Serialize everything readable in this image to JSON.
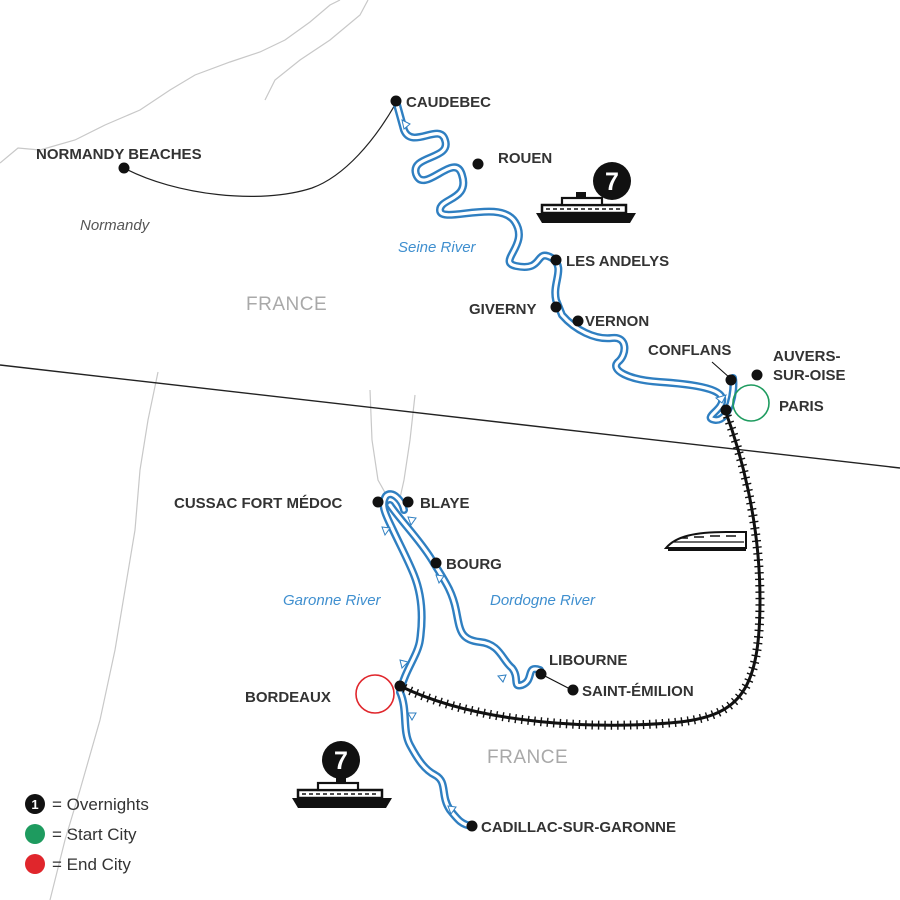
{
  "cities": {
    "caudebec": "CAUDEBEC",
    "normandy_beaches": "NORMANDY BEACHES",
    "rouen": "ROUEN",
    "les_andelys": "LES ANDELYS",
    "giverny": "GIVERNY",
    "vernon": "VERNON",
    "conflans": "CONFLANS",
    "auvers_line1": "AUVERS-",
    "auvers_line2": "SUR-OISE",
    "paris": "PARIS",
    "cussac": "CUSSAC FORT MÉDOC",
    "blaye": "BLAYE",
    "bourg": "BOURG",
    "libourne": "LIBOURNE",
    "saint_emilion": "SAINT-ÉMILION",
    "bordeaux": "BORDEAUX",
    "cadillac": "CADILLAC-SUR-GARONNE"
  },
  "regions": {
    "normandy": "Normandy",
    "france_north": "FRANCE",
    "france_south": "FRANCE"
  },
  "rivers": {
    "seine": "Seine River",
    "garonne": "Garonne River",
    "dordogne": "Dordogne River"
  },
  "cruise_badges": {
    "seine_nights": "7",
    "bordeaux_nights": "7"
  },
  "legend": {
    "sample_number": "1",
    "overnights": "= Overnights",
    "start_city": "= Start City",
    "end_city": "= End City"
  },
  "colors": {
    "river": "#2f7fc1",
    "start_city": "#1e9b5f",
    "end_city": "#e0262c",
    "river_label": "#3f8fcf"
  }
}
